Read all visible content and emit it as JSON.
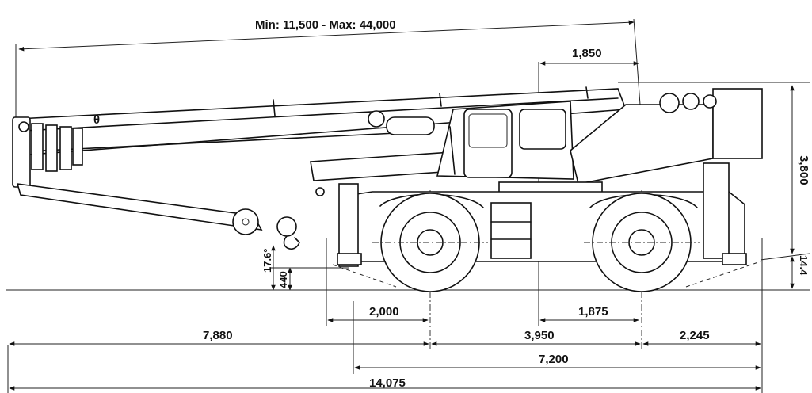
{
  "dimensions": {
    "boom_length": "Min: 11,500 - Max: 44,000",
    "cab_to_axis": "1,850",
    "overall_height": "3,800",
    "tail_ground_clearance": "14.4",
    "front_angle": "17.6°",
    "front_clearance": "440",
    "front_overhang_to_axle": "2,000",
    "axis_to_rear_axle": "1,875",
    "front_overhang": "7,880",
    "wheelbase": "3,950",
    "rear_overhang": "2,245",
    "track_length": "7,200",
    "overall_length": "14,075"
  },
  "hook_mark": "θ"
}
